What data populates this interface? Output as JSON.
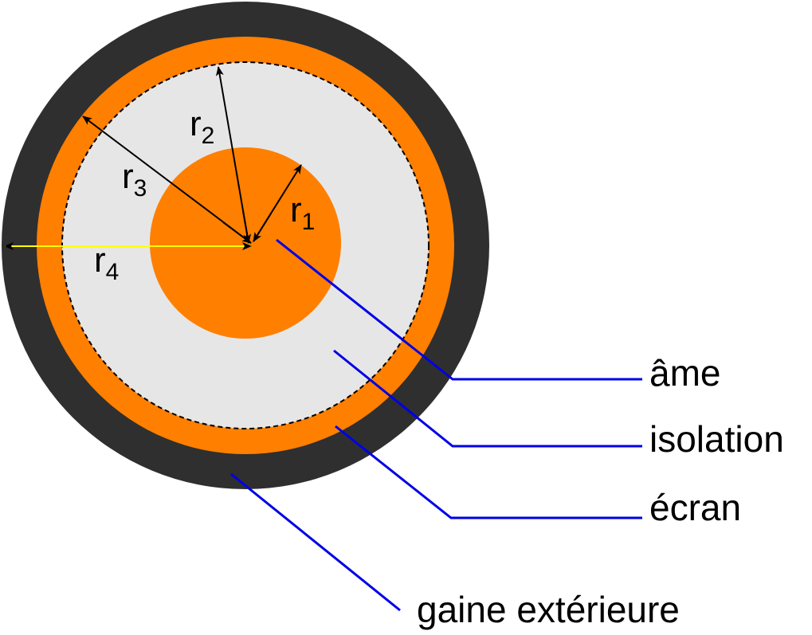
{
  "colors": {
    "outer_sheath": "#2f2f2f",
    "conductor": "#ff7f00",
    "insulation": "#e6e6e6",
    "leader_line": "#0000e6",
    "arrow": "#000000",
    "r4_line": "#ffff00"
  },
  "radii": [
    {
      "letter": "r",
      "index": "1"
    },
    {
      "letter": "r",
      "index": "2"
    },
    {
      "letter": "r",
      "index": "3"
    },
    {
      "letter": "r",
      "index": "4"
    }
  ],
  "layers": [
    {
      "label": "âme"
    },
    {
      "label": "isolation"
    },
    {
      "label": "écran"
    },
    {
      "label": "gaine extérieure"
    }
  ]
}
